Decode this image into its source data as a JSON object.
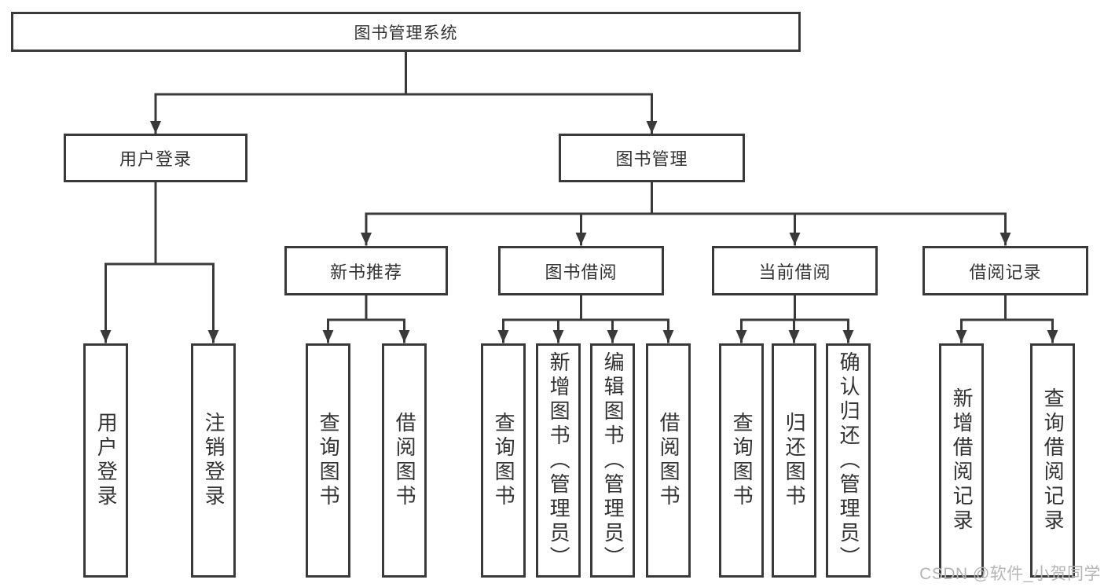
{
  "diagram": {
    "root_label": "图书管理系统",
    "level2": [
      {
        "label": "用户登录"
      },
      {
        "label": "图书管理"
      }
    ],
    "level3": [
      {
        "label": "新书推荐"
      },
      {
        "label": "图书借阅"
      },
      {
        "label": "当前借阅"
      },
      {
        "label": "借阅记录"
      }
    ],
    "level4": {
      "under_user_login": [
        {
          "label": "用户登录"
        },
        {
          "label": "注销登录"
        }
      ],
      "under_new_book_recommend": [
        {
          "label": "查询图书"
        },
        {
          "label": "借阅图书"
        }
      ],
      "under_book_borrow": [
        {
          "label": "查询图书"
        },
        {
          "label": "新增图书（管理员）"
        },
        {
          "label": "编辑图书（管理员）"
        },
        {
          "label": "借阅图书"
        }
      ],
      "under_current_borrow": [
        {
          "label": "查询图书"
        },
        {
          "label": "归还图书"
        },
        {
          "label": "确认归还（管理员）"
        }
      ],
      "under_borrow_record": [
        {
          "label": "新增借阅记录"
        },
        {
          "label": "查询借阅记录"
        }
      ]
    }
  },
  "watermark": {
    "text": "CSDN @软件_小贺同学"
  },
  "colors": {
    "line": "#3a3a3a",
    "box_border": "#3a3a3a",
    "box_fill": "#ffffff",
    "text": "#333333",
    "watermark": "#b5b5b5",
    "background": "#ffffff"
  }
}
